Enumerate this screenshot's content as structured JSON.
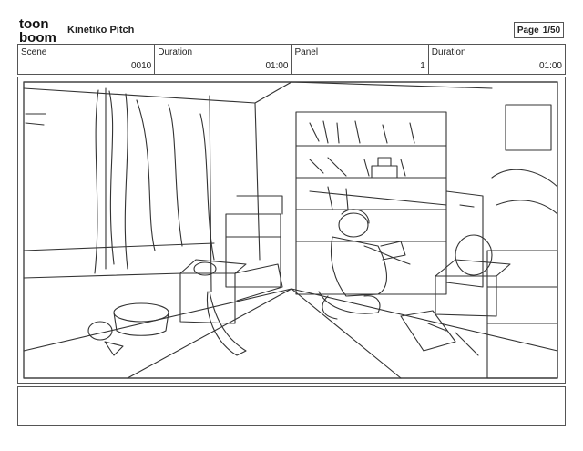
{
  "header": {
    "logo_line1": "toon",
    "logo_line2": "boom",
    "title": "Kinetiko Pitch",
    "page_label": "Page",
    "page_value": "1/50"
  },
  "info": [
    {
      "label": "Scene",
      "value": "0010"
    },
    {
      "label": "Duration",
      "value": "01:00"
    },
    {
      "label": "Panel",
      "value": "1"
    },
    {
      "label": "Duration",
      "value": "01:00"
    }
  ],
  "notes": {
    "text": ""
  }
}
